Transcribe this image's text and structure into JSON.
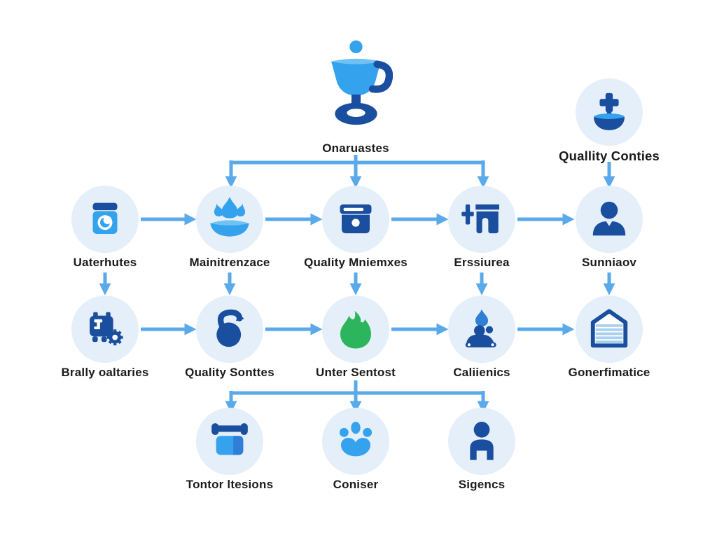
{
  "diagram_title": "process flow diagram",
  "colors": {
    "circle_bg": "#e5effa",
    "arrow": "#5aa9ea",
    "dark_blue": "#1a4e9e",
    "bright_blue": "#35a2ee",
    "medium_blue": "#2f7fd6",
    "green": "#2db55d",
    "stripe_blue": "#a8d0ef",
    "light_blue_accent": "#6ec3f2",
    "label_text": "#1b1b1b"
  },
  "nodes": {
    "source": {
      "label": "Onaruastes",
      "icon": "water-cup-stand-icon"
    },
    "top_right": {
      "label": "Quallity Conties",
      "icon": "plus-bowl-icon"
    },
    "row2": [
      {
        "label": "Uaterhutes",
        "icon": "washer-jar-icon"
      },
      {
        "label": "Mainitrenzace",
        "icon": "flame-bowl-icon"
      },
      {
        "label": "Quality Mniemxes",
        "icon": "storage-box-icon"
      },
      {
        "label": "Erssiurea",
        "icon": "pants-plus-icon"
      },
      {
        "label": "Sunniaov",
        "icon": "person-bust-icon"
      }
    ],
    "row3": [
      {
        "label": "Brally oaltaries",
        "icon": "machine-gear-icon"
      },
      {
        "label": "Quality Sonttes",
        "icon": "kettlebell-icon"
      },
      {
        "label": "Unter Sentost",
        "icon": "green-flame-icon"
      },
      {
        "label": "Caliienics",
        "icon": "droplet-group-icon"
      },
      {
        "label": "Gonerfimatice",
        "icon": "striped-house-icon"
      }
    ],
    "row4": [
      {
        "label": "Tontor ltesions",
        "icon": "roller-bed-icon"
      },
      {
        "label": "Coniser",
        "icon": "paw-splash-icon"
      },
      {
        "label": "Sigencs",
        "icon": "person-standing-icon"
      }
    ]
  }
}
